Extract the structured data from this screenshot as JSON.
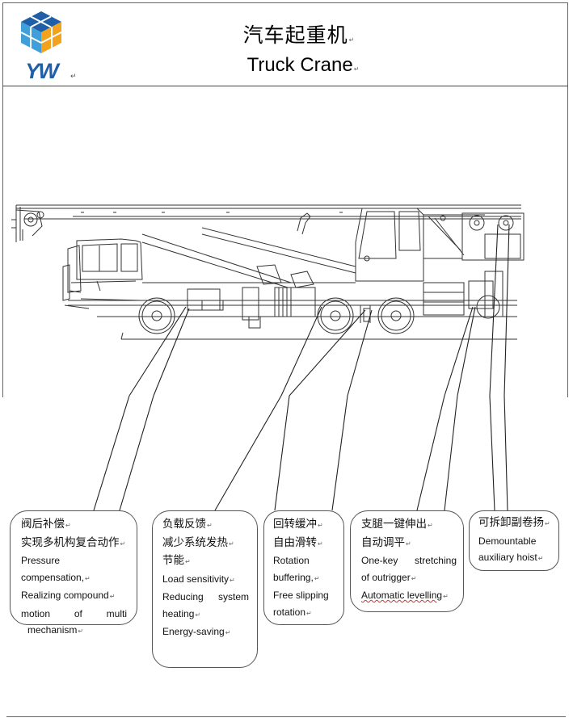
{
  "header": {
    "title_cn": "汽车起重机",
    "title_en": "Truck Crane",
    "logo": "YW"
  },
  "callouts": [
    {
      "cn": [
        "阀后补偿",
        "实现多机构复合动作"
      ],
      "en": [
        "Pressure compensation,",
        "Realizing compound",
        "motion of multi",
        "mechanism"
      ]
    },
    {
      "cn": [
        "负载反馈",
        "减少系统发热",
        "节能"
      ],
      "en": [
        "Load sensitivity",
        "Reducing system",
        "heating",
        "Energy-saving"
      ]
    },
    {
      "cn": [
        "回转缓冲",
        "自由滑转"
      ],
      "en": [
        "Rotation",
        "buffering,",
        "Free slipping",
        "rotation"
      ]
    },
    {
      "cn": [
        "支腿一键伸出",
        "自动调平"
      ],
      "en": [
        "One-key stretching",
        "of outrigger",
        "Automatic levelling"
      ]
    },
    {
      "cn": [
        "可拆卸副卷扬"
      ],
      "en": [
        "Demountable",
        "auxiliary hoist"
      ]
    }
  ],
  "colors": {
    "line": "#333333",
    "logo_blue": "#1f5fa8",
    "logo_orange": "#f3a21d",
    "logo_lightblue": "#3fa0d9"
  }
}
